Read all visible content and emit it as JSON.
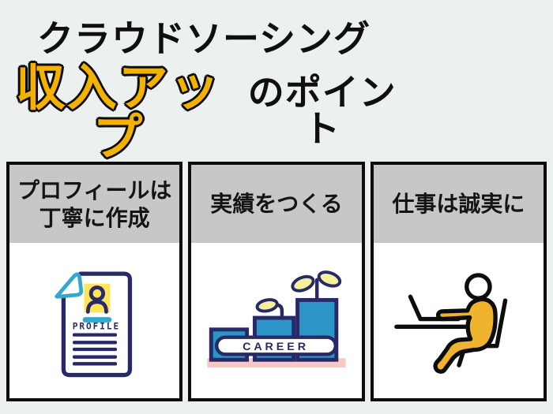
{
  "title": {
    "line1": "クラウドソーシング",
    "highlight": "収入アップ",
    "suffix": "のポイント"
  },
  "cards": [
    {
      "id": "profile",
      "title_lines": [
        "プロフィールは",
        "丁寧に作成"
      ],
      "icon": "profile-document-icon",
      "icon_text": "PROFILE"
    },
    {
      "id": "career",
      "title_lines": [
        "実績をつくる"
      ],
      "icon": "career-steps-icon",
      "icon_text": "CAREER"
    },
    {
      "id": "work",
      "title_lines": [
        "仕事は誠実に"
      ],
      "icon": "person-laptop-icon",
      "icon_text": ""
    }
  ],
  "colors": {
    "background": "#edf0f1",
    "title_text": "#0f0f0f",
    "highlight_yellow": "#f3b200",
    "card_border": "#0d0d0d",
    "card_header_bg": "#c7c7c7",
    "navy": "#272a67",
    "cyan": "#35a7cd",
    "profile_badge_yellow": "#ffe45c",
    "bar_blue": "#2d95c6",
    "leaf_yellow": "#f7f09b",
    "base_pink": "#f8c8c4",
    "person_yellow": "#f0b32e"
  }
}
